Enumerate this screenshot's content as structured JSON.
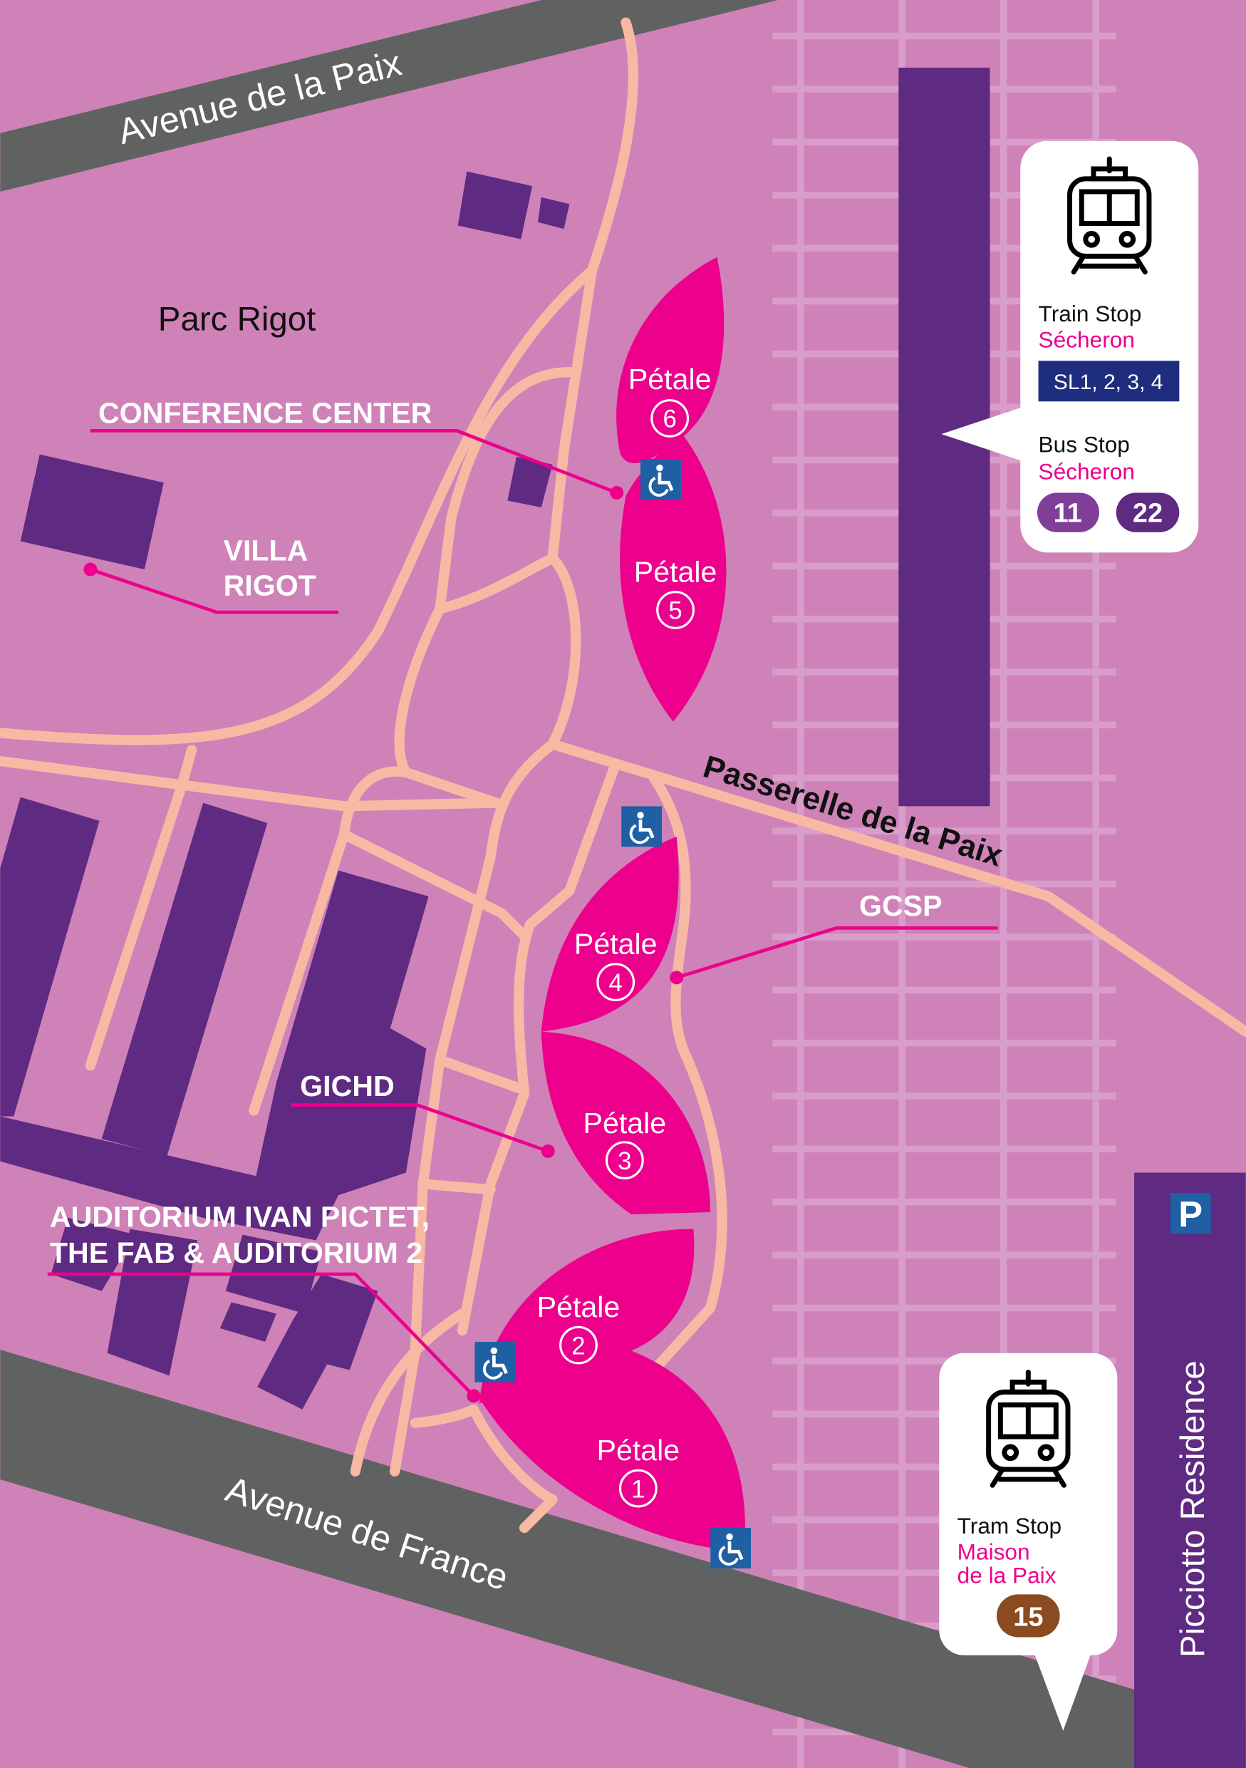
{
  "roads": {
    "avenue_paix": "Avenue de la Paix",
    "avenue_france": "Avenue de France",
    "passerelle": "Passerelle de la Paix"
  },
  "places": {
    "parc": "Parc Rigot",
    "conference": "CONFERENCE CENTER",
    "villa_1": "VILLA",
    "villa_2": "RIGOT",
    "gichd": "GICHD",
    "auditorium_1": "AUDITORIUM IVAN PICTET,",
    "auditorium_2": "THE FAB & AUDITORIUM 2",
    "gcsp": "GCSP",
    "picciotto": "Picciotto Residence",
    "parking": "P"
  },
  "petals": [
    {
      "label": "Pétale",
      "number": "1"
    },
    {
      "label": "Pétale",
      "number": "2"
    },
    {
      "label": "Pétale",
      "number": "3"
    },
    {
      "label": "Pétale",
      "number": "4"
    },
    {
      "label": "Pétale",
      "number": "5"
    },
    {
      "label": "Pétale",
      "number": "6"
    }
  ],
  "train_box": {
    "icon": "train-icon",
    "train_title": "Train Stop",
    "train_stop": "Sécheron",
    "train_lines": "SL1, 2, 3, 4",
    "bus_title": "Bus Stop",
    "bus_stop": "Sécheron",
    "bus_lines": [
      "11",
      "22"
    ]
  },
  "tram_box": {
    "icon": "tram-icon",
    "title": "Tram Stop",
    "stop_1": "Maison",
    "stop_2": "de la Paix",
    "line": "15"
  },
  "accessibility_icon": "wheelchair-icon",
  "colors": {
    "background": "#cf82b8",
    "road": "#606261",
    "building": "#5e2a82",
    "path": "#f8b9a4",
    "petal": "#ec008c",
    "train_line": "#1f2d7e",
    "bus_11": "#7f3f98",
    "bus_22": "#5e2a82",
    "tram_15": "#8a4b20",
    "accessibility": "#1f5fa3"
  }
}
